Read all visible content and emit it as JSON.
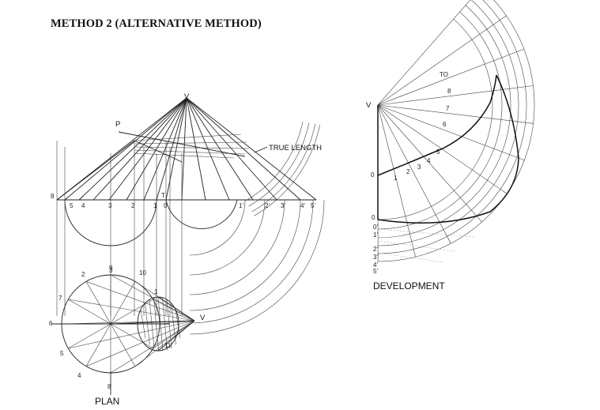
{
  "heading": "METHOD 2 (ALTERNATIVE METHOD)",
  "labels": {
    "true_length": "TRUE LENGTH",
    "plan": "PLAN",
    "development": "DEVELOPMENT",
    "apex_elevation": "V",
    "apex_plan": "V",
    "apex_development": "V",
    "cut_plane": "P",
    "point_T": "T",
    "point_TO": "TO",
    "point_0": "0",
    "point_8": "8"
  },
  "elevation_base_labels": [
    "5",
    "4",
    "3",
    "2",
    "1",
    "0",
    "1'",
    "2'",
    "3'",
    "4'",
    "5'"
  ],
  "plan_labels": [
    "1",
    "2",
    "3",
    "4",
    "5",
    "6",
    "7",
    "8",
    "9",
    "10",
    "11"
  ],
  "development_labels": [
    "0",
    "1",
    "2",
    "3",
    "4",
    "5",
    "6",
    "7",
    "8",
    "0'",
    "1'",
    "2'",
    "3'",
    "4'",
    "5'"
  ]
}
